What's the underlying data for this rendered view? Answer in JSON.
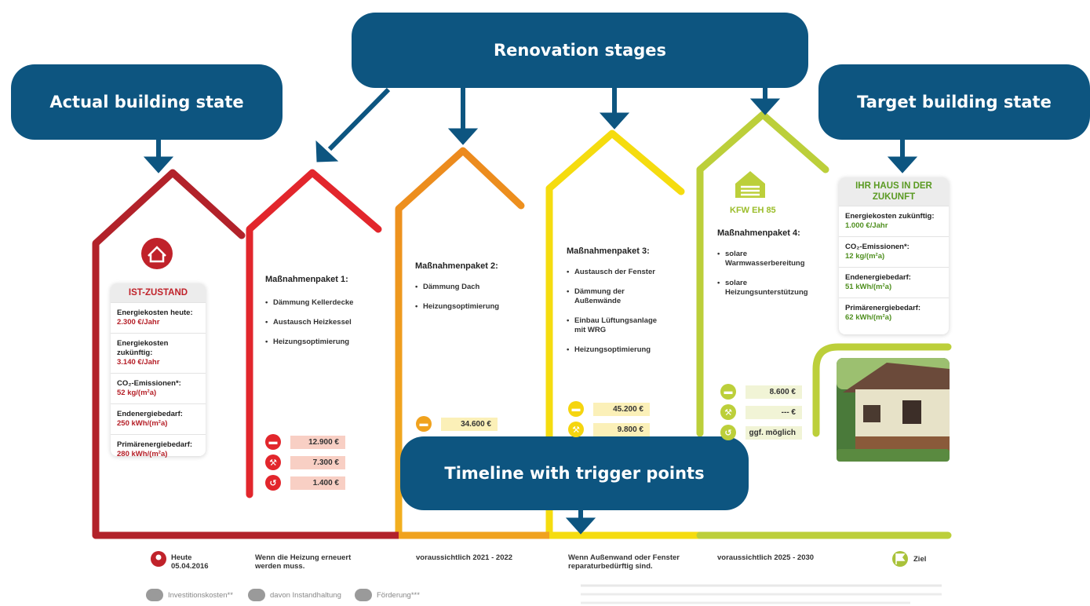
{
  "callouts": {
    "actual": "Actual building state",
    "stages": "Renovation stages",
    "target": "Target building state",
    "timeline": "Timeline with trigger points"
  },
  "ist": {
    "title": "IST-ZUSTAND",
    "rows": [
      {
        "label": "Energiekosten heute:",
        "value": "2.300 €/Jahr"
      },
      {
        "label": "Energiekosten zukünftig:",
        "value": "3.140 €/Jahr"
      },
      {
        "label": "CO₂-Emissionen*:",
        "value": "52 kg/(m²a)"
      },
      {
        "label": "Endenergiebedarf:",
        "value": "250 kWh/(m²a)"
      },
      {
        "label": "Primärenergiebedarf:",
        "value": "280 kWh/(m²a)"
      }
    ]
  },
  "packages": [
    {
      "title": "Maßnahmenpaket 1:",
      "items": [
        "Dämmung Kellerdecke",
        "Austausch Heizkessel",
        "Heizungsoptimierung"
      ],
      "costs": [
        "12.900 €",
        "7.300 €",
        "1.400 €"
      ]
    },
    {
      "title": "Maßnahmenpaket 2:",
      "items": [
        "Dämmung Dach",
        "Heizungsoptimierung"
      ],
      "costs": [
        "34.600 €"
      ]
    },
    {
      "title": "Maßnahmenpaket 3:",
      "items": [
        "Austausch der Fenster",
        "Dämmung der Außenwände",
        "Einbau Lüftungsanlage mit WRG",
        "Heizungsoptimierung"
      ],
      "costs": [
        "45.200 €",
        "9.800 €"
      ]
    },
    {
      "title": "Maßnahmenpaket 4:",
      "badge": "KFW EH 85",
      "items": [
        "solare Warmwasserbereitung",
        "solare Heizungsunterstützung"
      ],
      "costs": [
        "8.600 €",
        "--- €",
        "ggf. möglich"
      ]
    }
  ],
  "target": {
    "title": "IHR HAUS IN DER ZUKUNFT",
    "rows": [
      {
        "label": "Energiekosten zukünftig:",
        "value": "1.000 €/Jahr"
      },
      {
        "label": "CO₂-Emissionen*:",
        "value": "12 kg/(m²a)"
      },
      {
        "label": "Endenergiebedarf:",
        "value": "51 kWh/(m²a)"
      },
      {
        "label": "Primärenergiebedarf:",
        "value": "62 kWh/(m²a)"
      }
    ]
  },
  "timeline": {
    "today_label": "Heute",
    "today_date": "05.04.2016",
    "t1": "Wenn die Heizung erneuert werden muss.",
    "t2": "voraussichtlich 2021 - 2022",
    "t3": "Wenn Außenwand oder Fenster reparaturbedürftig sind.",
    "t4": "voraussichtlich 2025 - 2030",
    "goal": "Ziel"
  },
  "legend": {
    "invest": "Investitionskosten**",
    "maint": "davon Instandhaltung",
    "fund": "Förderung***"
  },
  "colors": {
    "red_dark": "#b2222a",
    "red": "#e2262c",
    "orange": "#f0a21e",
    "yellow": "#f5dc0f",
    "lime": "#bccf3a",
    "callout_blue": "#0d5580"
  }
}
